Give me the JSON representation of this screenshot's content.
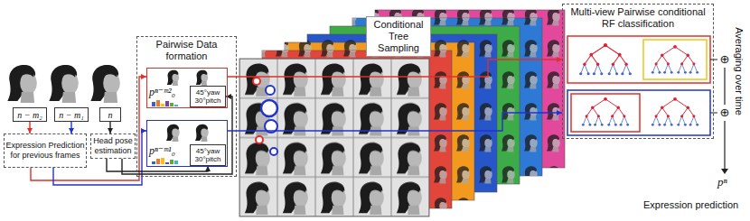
{
  "diagram": {
    "nodes": [
      {
        "text": [
          "n − m₂"
        ]
      },
      {
        "text": [
          "n − m₁"
        ]
      },
      {
        "text": [
          "n"
        ]
      },
      {
        "text": [
          "Expression Prediction for previous frames"
        ]
      },
      {
        "text": [
          "Head pose estimation"
        ]
      },
      {
        "text": [
          "Pairwise Data formation"
        ]
      },
      {
        "text": [
          "pⁿ⁻ᵐ²₀"
        ],
        "in": 5
      },
      {
        "text": [
          "45°yaw 30°pitch"
        ],
        "in": 6
      },
      {
        "text": [
          "pⁿ⁻ᵐ¹₀"
        ],
        "in": 5
      },
      {
        "text": [
          "45°yaw 30°pitch"
        ],
        "in": 8
      },
      {
        "text": [
          "Conditional Tree Sampling"
        ]
      },
      {
        "text": [
          "Multi-view Pairwise conditional RF classification"
        ]
      }
    ],
    "edges": [
      {
        "from": 0,
        "to": 3,
        "arrow": "to"
      },
      {
        "from": 1,
        "to": 3,
        "arrow": "to"
      },
      {
        "from": 2,
        "to": 4,
        "arrow": "to"
      },
      {
        "from": 3,
        "to": 6,
        "arrow": "to"
      },
      {
        "from": 3,
        "to": 8,
        "arrow": "to"
      },
      {
        "from": 4,
        "to": 7,
        "arrow": "to"
      },
      {
        "from": 4,
        "to": 9,
        "arrow": "to"
      },
      {
        "from": 6,
        "to": 11,
        "arrow": "to"
      },
      {
        "from": 8,
        "to": 11,
        "arrow": "to"
      }
    ],
    "labels": [
      "⊕",
      "⊕",
      "Averaging over time",
      "pⁿ",
      "Expression prediction"
    ]
  }
}
